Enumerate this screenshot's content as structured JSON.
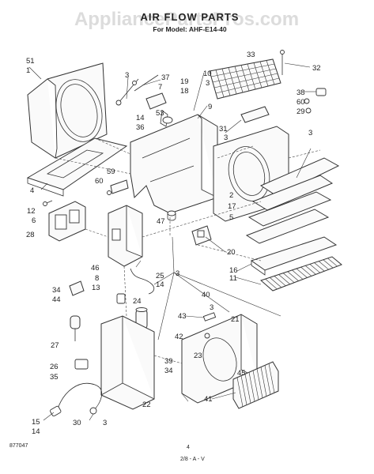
{
  "watermark": "AppliancePartsPros.com",
  "title": "AIR FLOW PARTS",
  "subtitle": "For Model: AHF-E14-40",
  "footer_left": "877047",
  "footer_page": "4",
  "footer_code": "2/8 - A - V",
  "callouts": {
    "c51": "51",
    "c1": "1",
    "c3a": "3",
    "c37": "37",
    "c7": "7",
    "c19": "19",
    "c18": "18",
    "c10": "10",
    "c3b": "3",
    "c9": "9",
    "c33": "33",
    "c32": "32",
    "c38": "38",
    "c60a": "60",
    "c29": "29",
    "c14a": "14",
    "c36": "36",
    "c53": "53",
    "c31": "31",
    "c3c": "3",
    "c3d": "3",
    "c4": "4",
    "c12": "12",
    "c6": "6",
    "c59": "59",
    "c60b": "60",
    "c28": "28",
    "c47": "47",
    "c2": "2",
    "c17": "17",
    "c5": "5",
    "c20": "20",
    "c46": "46",
    "c8": "8",
    "c13": "13",
    "c25": "25",
    "c14b": "14",
    "c3e": "3",
    "c16": "16",
    "c11": "11",
    "c34a": "34",
    "c44": "44",
    "c24": "24",
    "c40": "40",
    "c3f": "3",
    "c43": "43",
    "c21": "21",
    "c42": "42",
    "c27": "27",
    "c39": "39",
    "c34b": "34",
    "c23": "23",
    "c26": "26",
    "c35": "35",
    "c45": "45",
    "c41": "41",
    "c22": "22",
    "c15": "15",
    "c14c": "14",
    "c30": "30",
    "c3g": "3"
  }
}
